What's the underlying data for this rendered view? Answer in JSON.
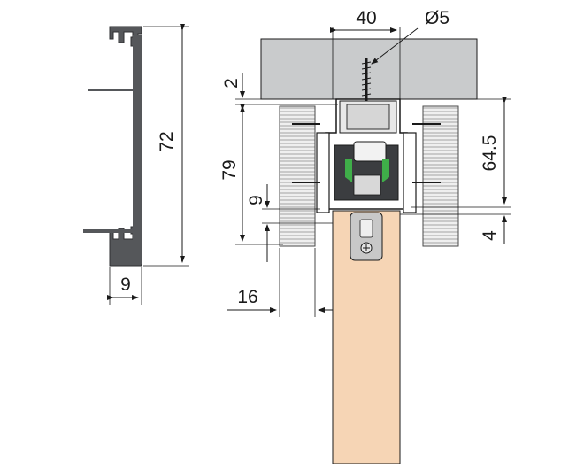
{
  "diagram": {
    "dimensions": {
      "profile_height": "72",
      "profile_depth": "9",
      "rail_width": "40",
      "screw_diameter": "Ø5",
      "top_gap": "2",
      "assembly_height": "79",
      "fixing_height": "64.5",
      "clearance_left": "9",
      "bottom_gap": "4",
      "panel_offset": "16"
    },
    "colors": {
      "ceiling": "#c9cbcc",
      "door_panel": "#f6d5b5",
      "profile": "#55575a",
      "guide_green": "#3fae49",
      "bracket": "#c8c8c8",
      "outline": "#1a1a1a"
    }
  }
}
